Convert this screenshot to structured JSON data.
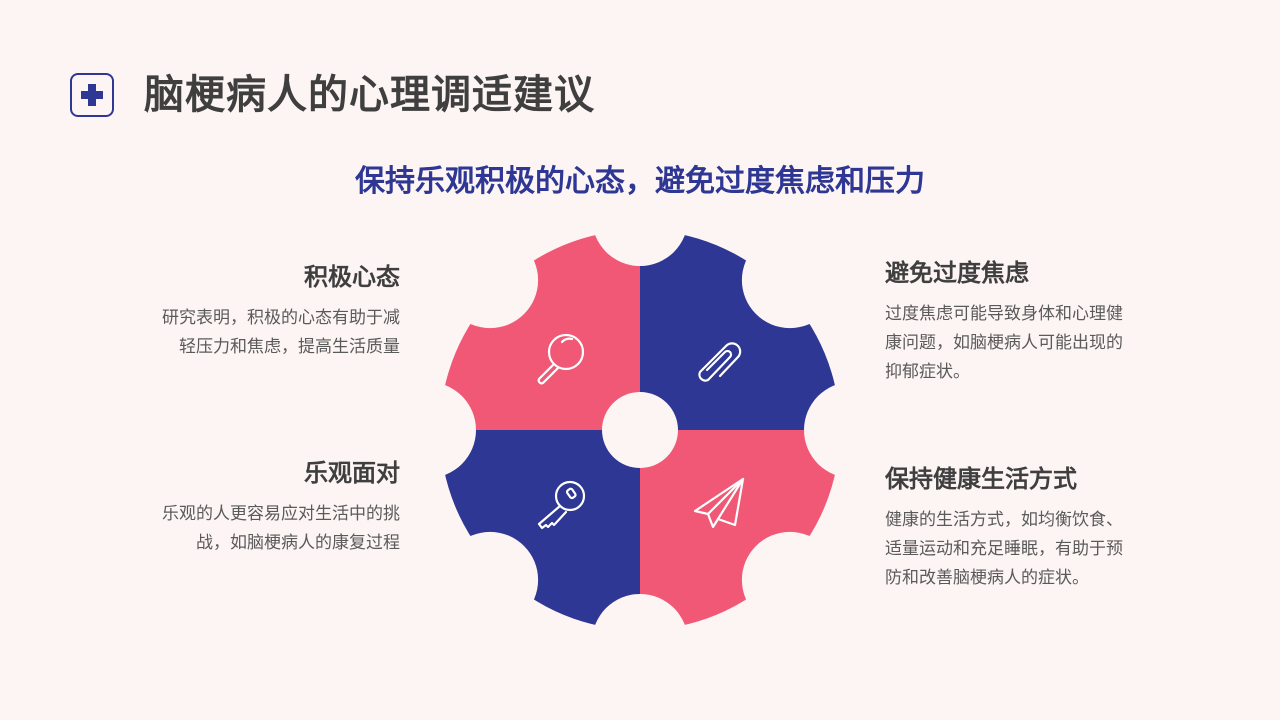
{
  "header": {
    "icon": "plus-square-icon",
    "title": "脑梗病人的心理调适建议"
  },
  "subtitle": "保持乐观积极的心态，避免过度焦虑和压力",
  "colors": {
    "background": "#fdf5f4",
    "navy": "#2e3793",
    "pink": "#f05876",
    "title_text": "#3f3f3f",
    "body_text": "#5a5a5a"
  },
  "blocks": [
    {
      "title": "积极心态",
      "text": "研究表明，积极的心态有助于减轻压力和焦虑，提高生活质量",
      "lines": [
        "研究表明，积极的心态有助于减",
        "轻压力和焦虑，提高生活质量"
      ]
    },
    {
      "title": "乐观面对",
      "text": "乐观的人更容易应对生活中的挑战，如脑梗病人的康复过程",
      "lines": [
        "乐观的人更容易应对生活中的挑",
        "战，如脑梗病人的康复过程"
      ]
    },
    {
      "title": "避免过度焦虑",
      "text": "过度焦虑可能导致身体和心理健康问题，如脑梗病人可能出现的抑郁症状。",
      "lines": [
        "过度焦虑可能导致身体和心理健",
        "康问题，如脑梗病人可能出现的",
        "抑郁症状。"
      ]
    },
    {
      "title": "保持健康生活方式",
      "text": "健康的生活方式，如均衡饮食、适量运动和充足睡眠，有助于预防和改善脑梗病人的症状。",
      "lines": [
        "健康的生活方式，如均衡饮食、",
        "适量运动和充足睡眠，有助于预",
        "防和改善脑梗病人的症状。"
      ]
    }
  ],
  "gear": {
    "quadrants": [
      {
        "position": "top-left",
        "color": "pink",
        "icon": "magnifier-icon"
      },
      {
        "position": "top-right",
        "color": "navy",
        "icon": "paperclip-icon"
      },
      {
        "position": "bottom-left",
        "color": "navy",
        "icon": "key-icon"
      },
      {
        "position": "bottom-right",
        "color": "pink",
        "icon": "paper-plane-icon"
      }
    ]
  }
}
